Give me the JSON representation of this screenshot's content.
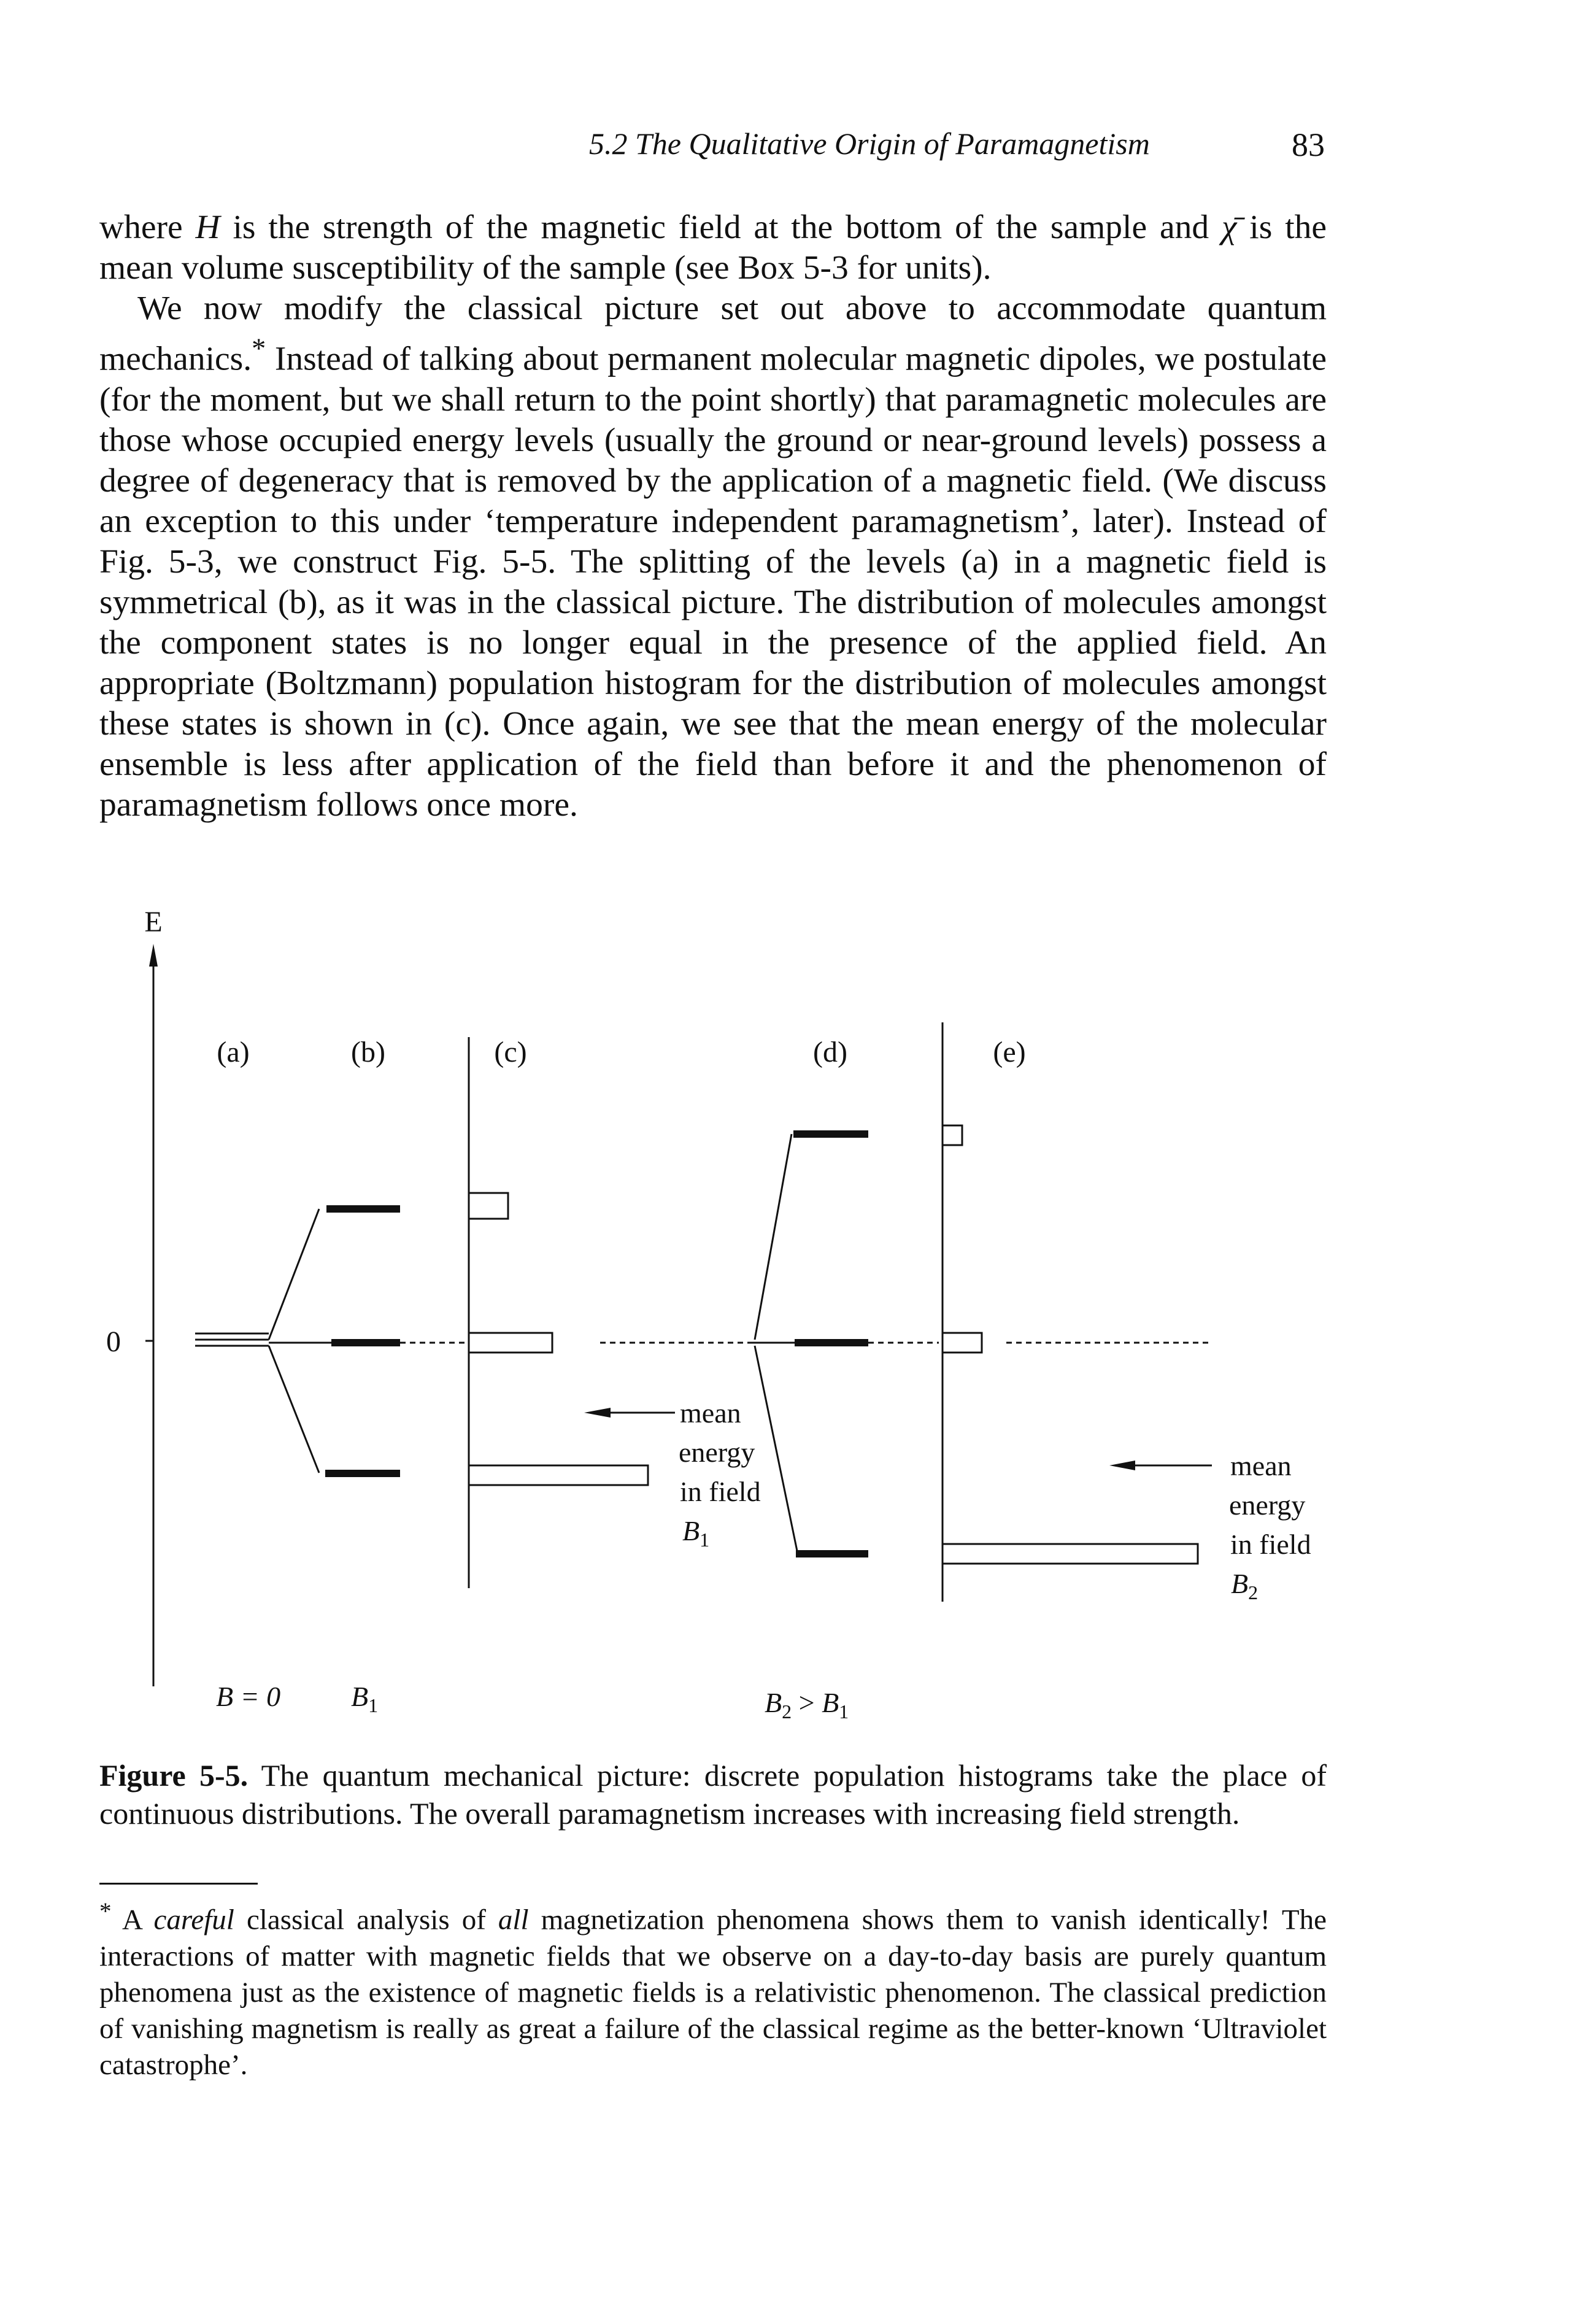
{
  "header": {
    "running_title": "5.2 The Qualitative Origin of Paramagnetism",
    "page_number": "83"
  },
  "body": {
    "p1_a": "where ",
    "p1_H": "H",
    "p1_b": " is the strength of the magnetic field at the bottom of the sample and ",
    "p1_chi": "χ̄",
    "p1_c": " is the mean volume susceptibility of the sample (see Box 5-3 for units).",
    "p2_a": "We now modify the classical picture set out above to accommodate quantum mechanics.",
    "p2_star": "*",
    "p2_b": " Instead of talking about permanent molecular magnetic dipoles, we postulate (for the moment, but we shall return to the point shortly) that paramagnetic molecules are those whose occupied energy levels (usually the ground or near-ground levels) possess a degree of degeneracy that is removed by the application of a magnetic field. (We discuss an exception to this under ‘temperature independent paramagnetism’, later). Instead of Fig. 5-3, we construct Fig. 5-5. The splitting of the levels (a) in a magnetic field is symmetrical (b), as it was in the classical picture. The distribution of molecules amongst the component states is no longer equal in the presence of the applied field. An appropriate (Boltzmann) population histogram for the distribution of molecules amongst these states is shown in (c). Once again, we see that the mean energy of the molecular ensemble is less after application of the field than before it and the phenomenon of paramagnetism follows once more."
  },
  "figure": {
    "axis_label": "E",
    "zero_label": "0",
    "panel_labels": [
      "(a)",
      "(b)",
      "(c)",
      "(d)",
      "(e)"
    ],
    "mean_label_1": [
      "mean",
      "energy",
      "in field"
    ],
    "mean_field_1": "B",
    "mean_field_1_sub": "1",
    "mean_label_2": [
      "mean",
      "energy",
      "in field"
    ],
    "mean_field_2": "B",
    "mean_field_2_sub": "2",
    "bottom_b0": "B = 0",
    "bottom_b1": "B",
    "bottom_b1_sub": "1",
    "bottom_b2_a": "B",
    "bottom_b2_a_sub": "2",
    "bottom_b2_gt": " > ",
    "bottom_b2_b": "B",
    "bottom_b2_b_sub": "1",
    "ink_color": "#111111"
  },
  "caption": {
    "label": "Figure 5-5.",
    "text": " The quantum mechanical picture: discrete population histograms take the place of continuous distributions. The overall paramagnetism increases with increasing field strength."
  },
  "footnote": {
    "star": "*",
    "a": " A ",
    "careful": "careful",
    "b": " classical analysis of ",
    "all": "all",
    "c": " magnetization phenomena shows them to vanish identically! The interactions of matter with magnetic fields that we observe on a day-to-day basis are purely quantum phenomena just as the existence of magnetic fields is a relativistic phenomenon. The classical prediction of vanishing magnetism is really as great a failure of the classical regime as the better-known ‘Ultraviolet catastrophe’."
  }
}
